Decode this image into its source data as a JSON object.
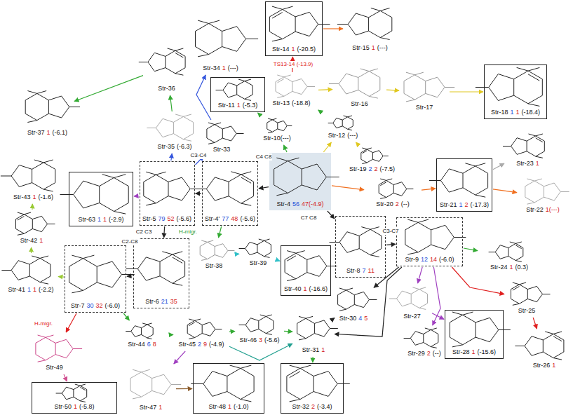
{
  "diagram": {
    "nodes": [
      {
        "text": [
          "Str-14",
          "1",
          "(-20.5)"
        ]
      },
      {
        "text": [
          "Str-15",
          "1",
          "(---)"
        ]
      },
      {
        "text": [
          "Str-37",
          "1",
          "(-6.1)"
        ]
      },
      {
        "text": [
          "Str-36"
        ]
      },
      {
        "text": [
          "Str-34",
          "1",
          "(---)"
        ]
      },
      {
        "text": [
          "Str-11",
          "1",
          "(-5.3)"
        ]
      },
      {
        "text": [
          "Str-13",
          "(-18.8)"
        ]
      },
      {
        "text": [
          "Str-16"
        ]
      },
      {
        "text": [
          "Str-17"
        ]
      },
      {
        "text": [
          "Str-18",
          "1",
          "1",
          "(-18.4)"
        ]
      },
      {
        "text": [
          "Str-10(---)"
        ]
      },
      {
        "text": [
          "Str-12",
          "(---)"
        ]
      },
      {
        "text": [
          "Str-19",
          "2",
          "2",
          "(-7.5)"
        ]
      },
      {
        "text": [
          "Str-35",
          "(-6.3)"
        ]
      },
      {
        "text": [
          "Str-33"
        ]
      },
      {
        "text": [
          "Str-23",
          "1"
        ]
      },
      {
        "text": [
          "Str-22",
          "1(---)"
        ]
      },
      {
        "text": [
          "Str-21",
          "1",
          "2",
          "(-17.3)"
        ]
      },
      {
        "text": [
          "Str-20",
          "2",
          "(--)"
        ]
      },
      {
        "text": [
          "Str-63",
          "1",
          "1",
          "(-2.9)"
        ]
      },
      {
        "text": [
          "Str-5",
          "79",
          "52",
          "(-5.6)"
        ]
      },
      {
        "text": [
          "Str-4'",
          "77",
          "48",
          "(-5.6)"
        ]
      },
      {
        "text": [
          "Str-4",
          "56",
          "47(-4.9)"
        ]
      },
      {
        "text": [
          "Str-43",
          "1",
          "(-1.6)"
        ]
      },
      {
        "text": [
          "Str-42",
          "1"
        ]
      },
      {
        "text": [
          "Str-41",
          "1",
          "1",
          "(-2.2)"
        ]
      },
      {
        "text": [
          "Str-7",
          "30",
          "32",
          "(-6.0)"
        ]
      },
      {
        "text": [
          "Str-6",
          "21",
          "35"
        ]
      },
      {
        "text": [
          "Str-38"
        ]
      },
      {
        "text": [
          "Str-39"
        ]
      },
      {
        "text": [
          "Str-40",
          "1",
          "(-16.6)"
        ]
      },
      {
        "text": [
          "Str-8",
          "7",
          "11"
        ]
      },
      {
        "text": [
          "Str-9",
          "12",
          "14",
          "(-6.0)"
        ]
      },
      {
        "text": [
          "Str-24",
          "1",
          "(0.3)"
        ]
      },
      {
        "text": [
          "Str-30",
          "4",
          "5"
        ]
      },
      {
        "text": [
          "Str-27"
        ]
      },
      {
        "text": [
          "Str-25"
        ]
      },
      {
        "text": [
          "Str-29",
          "2",
          "(--)"
        ]
      },
      {
        "text": [
          "Str-28",
          "1",
          "(-15.6)"
        ]
      },
      {
        "text": [
          "Str-26",
          "1"
        ]
      },
      {
        "text": [
          "Str-49"
        ]
      },
      {
        "text": [
          "Str-44",
          "6",
          "8"
        ]
      },
      {
        "text": [
          "Str-45",
          "2",
          "9",
          "(-4.9)"
        ]
      },
      {
        "text": [
          "Str-46",
          "3",
          "(-5.6)"
        ]
      },
      {
        "text": [
          "Str-31",
          "1"
        ]
      },
      {
        "text": [
          "Str-50",
          "1",
          "(-5.8)"
        ]
      },
      {
        "text": [
          "Str-47",
          "1"
        ]
      },
      {
        "text": [
          "Str-48",
          "1",
          "(-1.0)"
        ]
      },
      {
        "text": [
          "Str-32",
          "2",
          "(-3.4)"
        ]
      }
    ],
    "edges": [
      {
        "from": 22,
        "to": 21,
        "arrow": "to",
        "label": "C4 C8"
      },
      {
        "from": 21,
        "to": 20,
        "arrow": "to",
        "label": "C3-C4"
      },
      {
        "from": 22,
        "to": 31,
        "arrow": "to",
        "label": "C7 C8"
      },
      {
        "from": 31,
        "to": 32,
        "arrow": "to",
        "label": "C3-C7"
      },
      {
        "from": 20,
        "to": 27,
        "arrow": "to",
        "label": "C2 C3"
      },
      {
        "from": 27,
        "to": 26,
        "arrow": "to",
        "label": "C2-C8"
      },
      {
        "from": 22,
        "to": 18,
        "arrow": "to"
      },
      {
        "from": 18,
        "to": 17,
        "arrow": "to"
      },
      {
        "from": 17,
        "to": 16,
        "arrow": "to"
      },
      {
        "from": 17,
        "to": 15,
        "arrow": "to"
      },
      {
        "from": 22,
        "to": 10,
        "arrow": "to"
      },
      {
        "from": 10,
        "to": 5,
        "arrow": "to"
      },
      {
        "from": 12,
        "to": 11,
        "arrow": "to"
      },
      {
        "from": 22,
        "to": 11,
        "arrow": "to"
      },
      {
        "from": 11,
        "to": 6,
        "arrow": "to"
      },
      {
        "from": 6,
        "to": 0,
        "arrow": "to",
        "label": "TS13-14 (-13.9)"
      },
      {
        "from": 0,
        "to": 1,
        "arrow": "to"
      },
      {
        "from": 6,
        "to": 7,
        "arrow": "to"
      },
      {
        "from": 7,
        "to": 8,
        "arrow": "to"
      },
      {
        "from": 8,
        "to": 9,
        "arrow": "to"
      },
      {
        "from": 20,
        "to": 14,
        "arrow": "to"
      },
      {
        "from": 14,
        "to": 4,
        "arrow": "to"
      },
      {
        "from": 20,
        "to": 13,
        "arrow": "to"
      },
      {
        "from": 13,
        "to": 3,
        "arrow": "to"
      },
      {
        "from": 3,
        "to": 2,
        "arrow": "to"
      },
      {
        "from": 20,
        "to": 19,
        "arrow": "to"
      },
      {
        "from": 26,
        "to": 25,
        "arrow": "to"
      },
      {
        "from": 25,
        "to": 24,
        "arrow": "to"
      },
      {
        "from": 24,
        "to": 23,
        "arrow": "to"
      },
      {
        "from": 26,
        "to": 40,
        "arrow": "to",
        "label": "H-migr."
      },
      {
        "from": 40,
        "to": 45,
        "arrow": "to"
      },
      {
        "from": 26,
        "to": 41,
        "arrow": "to"
      },
      {
        "from": 41,
        "to": 42,
        "arrow": "to"
      },
      {
        "from": 42,
        "to": 43,
        "arrow": "to"
      },
      {
        "from": 43,
        "to": 44,
        "arrow": "to"
      },
      {
        "from": 42,
        "to": 44,
        "arrow": "to"
      },
      {
        "from": 44,
        "to": 48,
        "arrow": "to"
      },
      {
        "from": 42,
        "to": 46,
        "arrow": "to"
      },
      {
        "from": 46,
        "to": 47,
        "arrow": "to"
      },
      {
        "from": 21,
        "to": 28,
        "arrow": "to",
        "label": "H-migr."
      },
      {
        "from": 28,
        "to": 29,
        "arrow": "to"
      },
      {
        "from": 29,
        "to": 30,
        "arrow": "to"
      },
      {
        "from": 32,
        "to": 33,
        "arrow": "to"
      },
      {
        "from": 32,
        "to": 36,
        "arrow": "to"
      },
      {
        "from": 36,
        "to": 39,
        "arrow": "to"
      },
      {
        "from": 32,
        "to": 35,
        "arrow": "to"
      },
      {
        "from": 35,
        "to": 38,
        "arrow": "to"
      },
      {
        "from": 32,
        "to": 37,
        "arrow": "to"
      },
      {
        "from": 32,
        "to": 34,
        "arrow": "to"
      },
      {
        "from": 34,
        "to": 44,
        "arrow": "to"
      },
      {
        "from": 32,
        "to": 44,
        "arrow": "to"
      }
    ]
  }
}
